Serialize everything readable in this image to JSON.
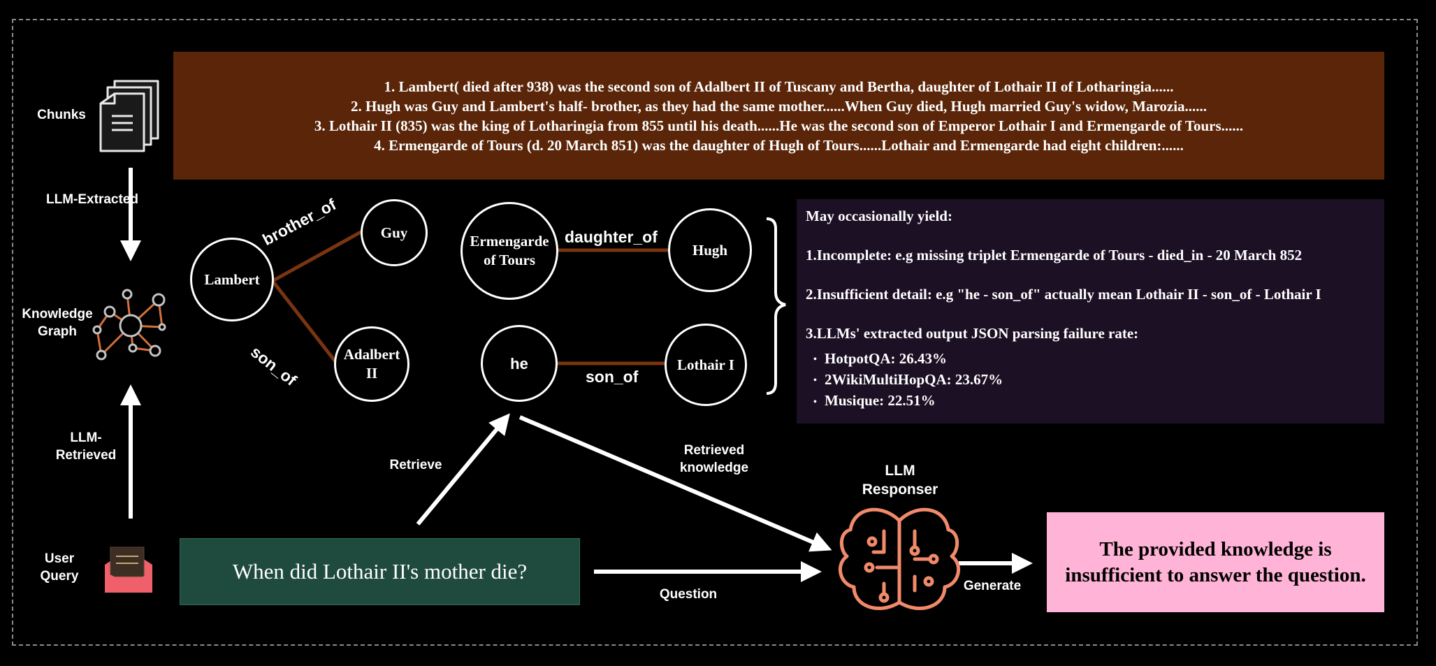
{
  "labels": {
    "chunks": "Chunks",
    "knowledge_graph": "Knowledge Graph",
    "user_query": "User Query",
    "llm_extracted": "LLM-Extracted",
    "llm_retrieved": "LLM-Retrieved",
    "retrieve": "Retrieve",
    "retrieved_knowledge": "Retrieved knowledge",
    "question": "Question",
    "generate": "Generate",
    "llm_responser": "LLM Responser"
  },
  "chunks": [
    "1. Lambert( died after 938) was the second son of Adalbert II of Tuscany and Bertha, daughter of Lothair II of Lotharingia......",
    "2. Hugh was Guy and Lambert's half- brother, as they had the same mother......When Guy died, Hugh married Guy's widow, Marozia......",
    "3. Lothair II (835) was the king of Lotharingia from 855 until his death......He was the second son of Emperor Lothair I and Ermengarde of Tours......",
    "4. Ermengarde of Tours (d. 20 March 851) was the daughter of Hugh of Tours......Lothair and Ermengarde had eight children:......"
  ],
  "graph": {
    "nodes": {
      "lambert": "Lambert",
      "guy": "Guy",
      "adalbert": "Adalbert II",
      "ermengarde": "Ermengarde of Tours",
      "hugh": "Hugh",
      "he": "he",
      "lothair": "Lothair I"
    },
    "edges": {
      "brother_of": "brother_of",
      "son_of_1": "son_of",
      "daughter_of": "daughter_of",
      "son_of_2": "son_of"
    }
  },
  "issues": {
    "heading": "May occasionally yield:",
    "item1": "1.Incomplete: e.g missing triplet Ermengarde of Tours - died_in - 20 March 852",
    "item2": "2.Insufficient detail: e.g \"he - son_of\" actually mean Lothair II - son_of - Lothair I",
    "item3": "3.LLMs' extracted output JSON parsing failure rate:",
    "rates": [
      "HotpotQA: 26.43%",
      "2WikiMultiHopQA: 23.67%",
      "Musique: 22.51%"
    ]
  },
  "query": "When did Lothair II's mother die?",
  "answer": "The provided knowledge is insufficient to answer the question.",
  "colors": {
    "chunks_bg": "#5a2508",
    "issues_bg": "#1c1024",
    "query_bg": "#1f4a3e",
    "answer_bg": "#ffb3d6",
    "edge": "#7a3510",
    "brain": "#f08a6a",
    "mail": "#f0606a"
  },
  "icons": [
    "document-stack-icon",
    "knowledge-graph-icon",
    "mail-icon",
    "brain-icon"
  ]
}
